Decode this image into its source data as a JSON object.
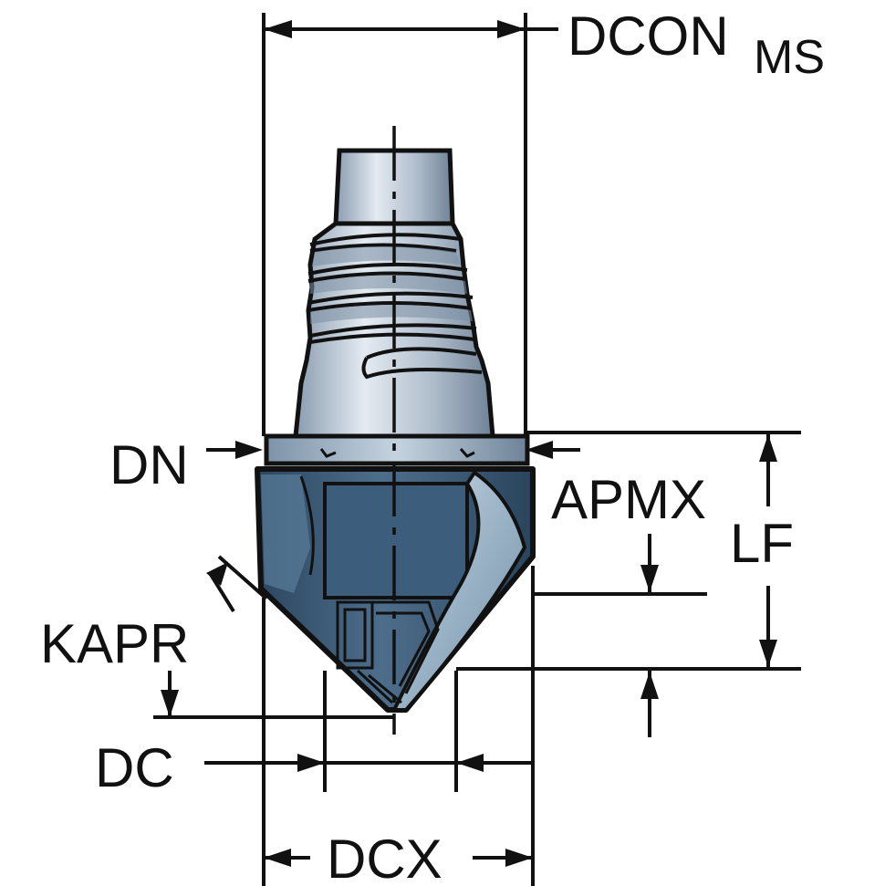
{
  "labels": {
    "dcon": "DCON",
    "dcon_subscript": "MS",
    "dn": "DN",
    "apmx": "APMX",
    "lf": "LF",
    "kapr": "KAPR",
    "dc": "DC",
    "dcx": "DCX"
  },
  "colors": {
    "line": "#111111",
    "shank_light": "#dfe6ee",
    "shank_mid": "#aebccb",
    "shank_dark": "#6f8296",
    "head_dark": "#2f4a63",
    "head_mid": "#587a96",
    "head_light": "#9fb8cc",
    "background": "#ffffff"
  }
}
